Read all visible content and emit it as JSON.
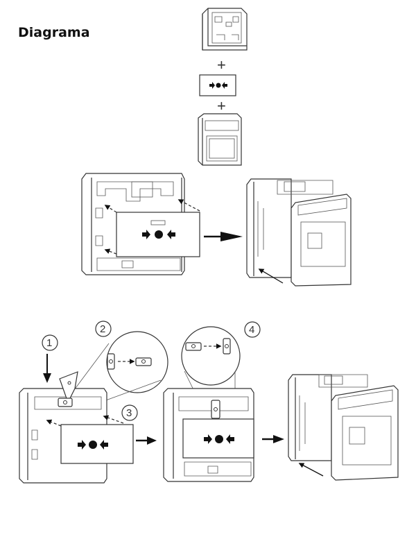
{
  "title": "Diagrama",
  "assembly_symbols": {
    "plus_1": "+",
    "plus_2": "+"
  },
  "steps": [
    {
      "label": "1",
      "icon": "arrow-down-icon"
    },
    {
      "label": "2",
      "icon": "magnifier-rotate-vertical-to-horizontal"
    },
    {
      "label": "3",
      "icon": "insert-element-dashed-arrows"
    },
    {
      "label": "4",
      "icon": "magnifier-rotate-horizontal-to-vertical"
    }
  ],
  "components": [
    {
      "name": "back-box"
    },
    {
      "name": "resettable-element",
      "symbol": "➔●⬅"
    },
    {
      "name": "front-cover"
    }
  ]
}
